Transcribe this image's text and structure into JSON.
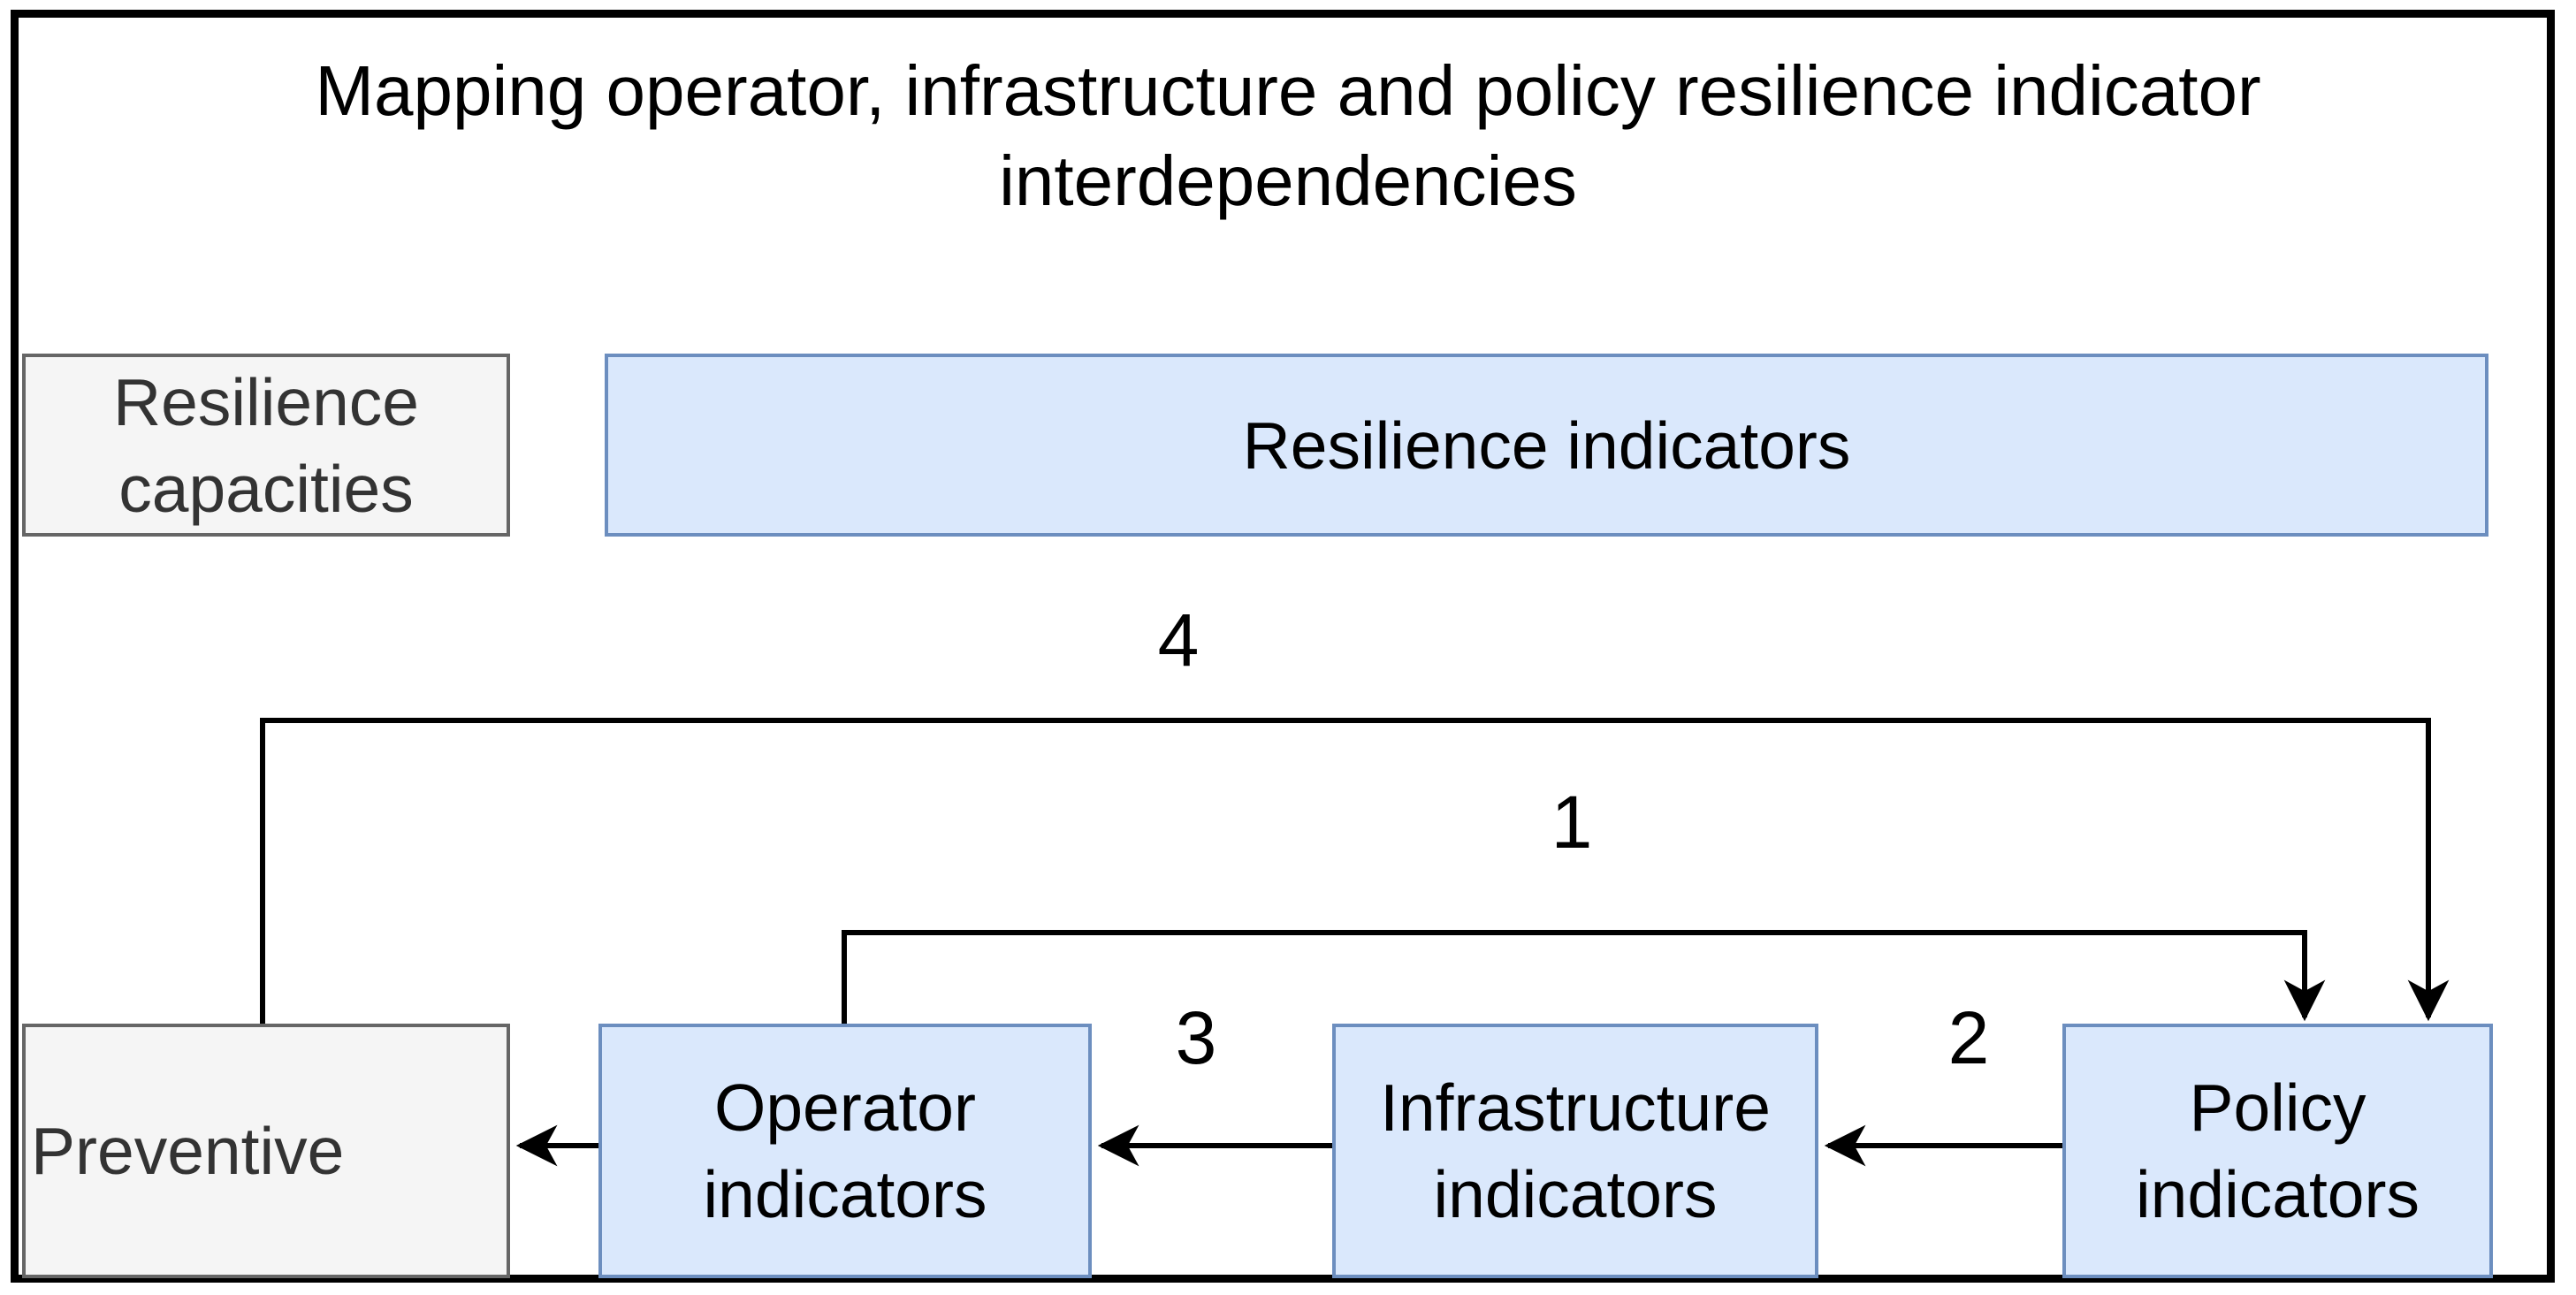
{
  "title": {
    "text": "Mapping operator, infrastructure and policy resilience indicator interdependencies"
  },
  "row_headers": {
    "capacities": "Resilience capacities",
    "indicators": "Resilience indicators"
  },
  "nodes": {
    "preventive": "Preventive",
    "operator": "Operator indicators",
    "infrastructure": "Infrastructure indicators",
    "policy": "Policy indicators"
  },
  "connector_labels": {
    "operator_to_policy": "1",
    "policy_to_infrastructure": "2",
    "infrastructure_to_operator": "3",
    "preventive_to_policy": "4"
  },
  "colors": {
    "background": "#ffffff",
    "frame": "#000000",
    "blue_fill": "#dae8fc",
    "blue_stroke": "#6c8ebf",
    "gray_fill": "#f5f5f5",
    "gray_stroke": "#666666",
    "gray_text": "#333333",
    "line": "#000000"
  }
}
